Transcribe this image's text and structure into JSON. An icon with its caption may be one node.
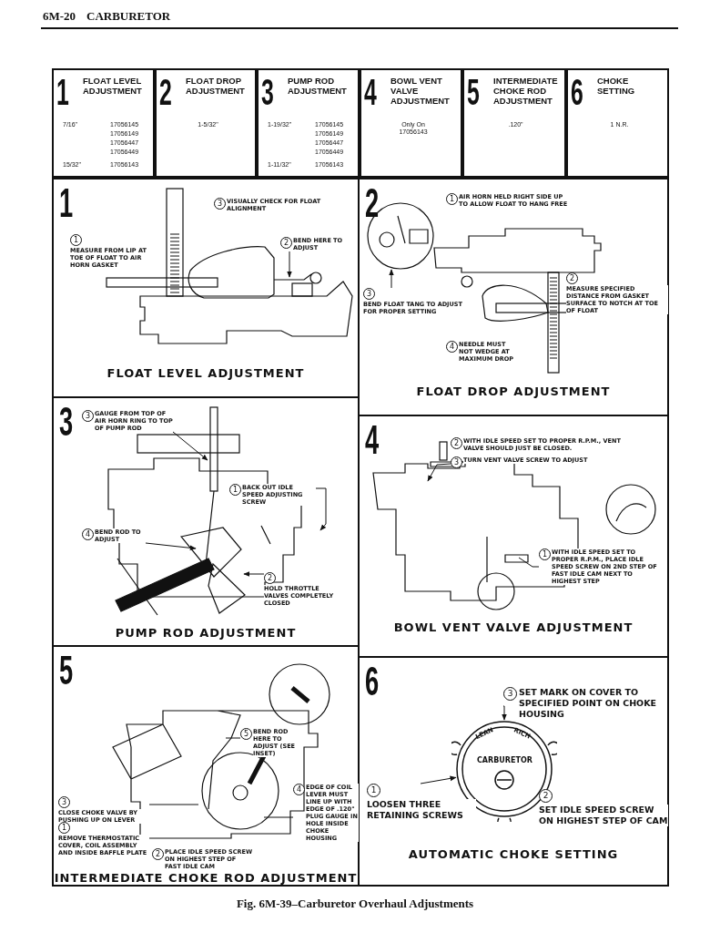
{
  "diagram": {
    "caption": "Fig. 6M-39–Carburetor Overhaul Adjustments",
    "labels": [
      "6M-20",
      "CARBURETOR"
    ],
    "nodes": [
      {
        "text": [
          "1",
          "FLOAT LEVEL ADJUSTMENT",
          "7/16\"",
          "17056145",
          "17056149",
          "17056447",
          "17056449",
          "15/32\"",
          "17056143"
        ]
      },
      {
        "text": [
          "2",
          "FLOAT DROP ADJUSTMENT",
          "1-5/32\""
        ]
      },
      {
        "text": [
          "3",
          "PUMP ROD ADJUSTMENT",
          "1-19/32\"",
          "17056145",
          "17056149",
          "17056447",
          "17056449",
          "1-11/32\"",
          "17056143"
        ]
      },
      {
        "text": [
          "4",
          "BOWL VENT VALVE ADJUSTMENT",
          "Only On 17056143"
        ]
      },
      {
        "text": [
          "5",
          "INTERMEDIATE CHOKE ROD ADJUSTMENT",
          ".120\""
        ]
      },
      {
        "text": [
          "6",
          "CHOKE SETTING",
          "1 N.R."
        ]
      },
      {
        "text": [
          "1",
          "FLOAT LEVEL ADJUSTMENT"
        ]
      },
      {
        "text": [
          "3",
          "VISUALLY CHECK FOR FLOAT ALIGNMENT"
        ],
        "in": 6
      },
      {
        "text": [
          "1",
          "MEASURE FROM LIP AT TOE OF FLOAT TO AIR HORN GASKET"
        ],
        "in": 6
      },
      {
        "text": [
          "2",
          "BEND HERE TO ADJUST"
        ],
        "in": 6
      },
      {
        "text": [
          "2",
          "FLOAT DROP ADJUSTMENT"
        ]
      },
      {
        "text": [
          "1",
          "AIR HORN HELD RIGHT SIDE UP TO ALLOW FLOAT TO HANG FREE"
        ],
        "in": 10
      },
      {
        "text": [
          "2",
          "MEASURE SPECIFIED DISTANCE FROM GASKET SURFACE TO NOTCH AT TOE OF FLOAT"
        ],
        "in": 10
      },
      {
        "text": [
          "3",
          "BEND FLOAT TANG TO ADJUST FOR PROPER SETTING"
        ],
        "in": 10
      },
      {
        "text": [
          "4",
          "NEEDLE MUST NOT WEDGE AT MAXIMUM DROP"
        ],
        "in": 10
      },
      {
        "text": [
          "3",
          "PUMP ROD ADJUSTMENT"
        ]
      },
      {
        "text": [
          "3",
          "GAUGE FROM TOP OF AIR HORN RING TO TOP OF PUMP ROD"
        ],
        "in": 15
      },
      {
        "text": [
          "1",
          "BACK OUT IDLE SPEED ADJUSTING SCREW"
        ],
        "in": 15
      },
      {
        "text": [
          "4",
          "BEND ROD TO ADJUST"
        ],
        "in": 15
      },
      {
        "text": [
          "2",
          "HOLD THROTTLE VALVES COMPLETELY CLOSED"
        ],
        "in": 15
      },
      {
        "text": [
          "4",
          "BOWL VENT VALVE ADJUSTMENT"
        ]
      },
      {
        "text": [
          "2",
          "WITH IDLE SPEED SET TO PROPER R.P.M., VENT VALVE SHOULD JUST BE CLOSED."
        ],
        "in": 20
      },
      {
        "text": [
          "3",
          "TURN VENT VALVE SCREW TO ADJUST"
        ],
        "in": 20
      },
      {
        "text": [
          "1",
          "WITH IDLE SPEED SET TO PROPER R.P.M., PLACE IDLE SPEED SCREW ON 2ND STEP OF FAST IDLE CAM NEXT TO HIGHEST STEP"
        ],
        "in": 20
      },
      {
        "text": [
          "5",
          "INTERMEDIATE CHOKE ROD ADJUSTMENT"
        ]
      },
      {
        "text": [
          "5",
          "BEND ROD HERE TO ADJUST (SEE INSET)"
        ],
        "in": 24
      },
      {
        "text": [
          "4",
          "EDGE OF COIL LEVER MUST LINE UP WITH EDGE OF .120\" PLUG GAUGE IN HOLE INSIDE CHOKE HOUSING"
        ],
        "in": 24
      },
      {
        "text": [
          "3",
          "CLOSE CHOKE VALVE BY PUSHING UP ON LEVER"
        ],
        "in": 24
      },
      {
        "text": [
          "1",
          "REMOVE THERMOSTATIC COVER, COIL ASSEMBLY AND INSIDE BAFFLE PLATE"
        ],
        "in": 24
      },
      {
        "text": [
          "2",
          "PLACE IDLE SPEED SCREW ON HIGHEST STEP OF FAST IDLE CAM"
        ],
        "in": 24
      },
      {
        "text": [
          "6",
          "AUTOMATIC CHOKE SETTING"
        ]
      },
      {
        "text": [
          "3",
          "SET MARK ON COVER TO SPECIFIED POINT ON CHOKE HOUSING"
        ],
        "in": 30
      },
      {
        "text": [
          "1",
          "LOOSEN THREE RETAINING SCREWS"
        ],
        "in": 30
      },
      {
        "text": [
          "2",
          "SET IDLE SPEED SCREW ON HIGHEST STEP OF CAM"
        ],
        "in": 30
      },
      {
        "text": [
          "LEAN",
          "RICH",
          "CARBURETOR"
        ],
        "in": 30
      }
    ],
    "edges": [
      {
        "from": 9,
        "to": null,
        "arrow": "to"
      },
      {
        "from": 13,
        "to": null,
        "arrow": "to"
      },
      {
        "from": 16,
        "to": null,
        "arrow": "to"
      },
      {
        "from": 17,
        "to": null,
        "arrow": "to"
      },
      {
        "from": 18,
        "to": null,
        "arrow": "to"
      },
      {
        "from": 19,
        "to": null,
        "arrow": "to"
      },
      {
        "from": 22,
        "to": null,
        "arrow": "to"
      },
      {
        "from": 23,
        "to": null,
        "arrow": "none"
      },
      {
        "from": 27,
        "to": null,
        "arrow": "none"
      },
      {
        "from": 26,
        "to": null,
        "arrow": "none"
      },
      {
        "from": 25,
        "to": null,
        "arrow": "none"
      },
      {
        "from": 31,
        "to": 34,
        "arrow": "to"
      },
      {
        "from": 32,
        "to": 34,
        "arrow": "to"
      }
    ]
  }
}
